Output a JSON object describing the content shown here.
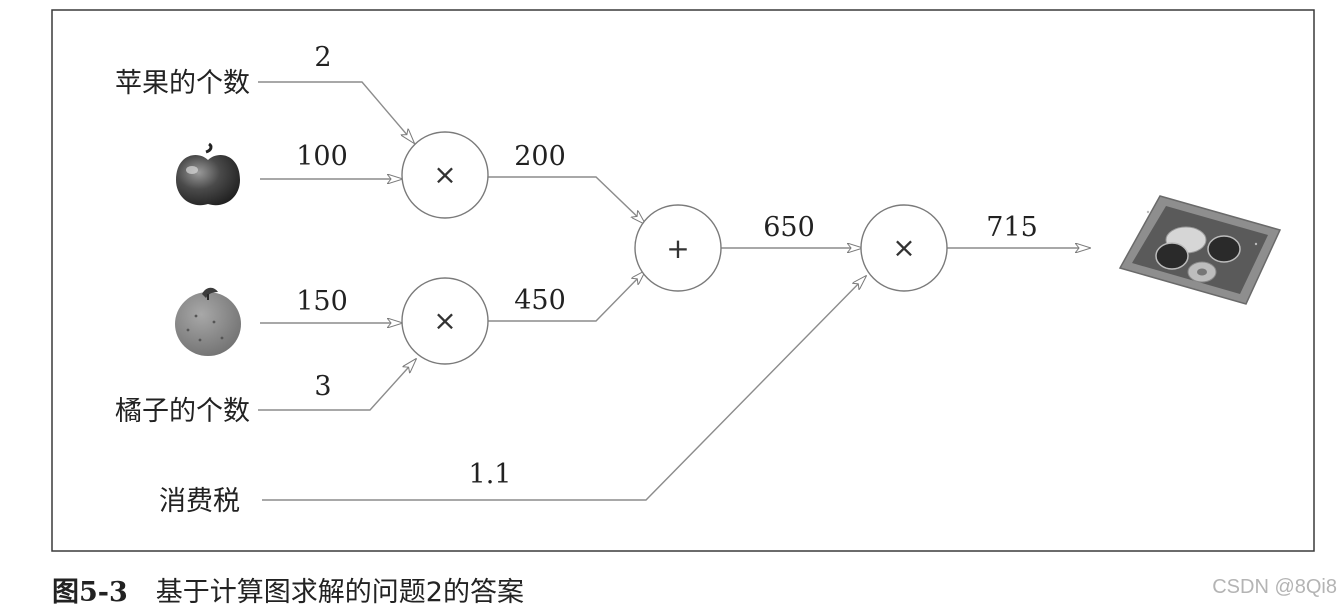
{
  "inputs": {
    "apple_count_label": "苹果的个数",
    "orange_count_label": "橘子的个数",
    "tax_label": "消费税"
  },
  "edges": {
    "apple_count_value": "2",
    "apple_price_value": "100",
    "apple_total_value": "200",
    "orange_price_value": "150",
    "orange_total_value": "450",
    "orange_count_value": "3",
    "sum_value": "650",
    "tax_value": "1.1",
    "final_value": "715"
  },
  "nodes": {
    "mul_apple": "×",
    "mul_orange": "×",
    "add": "+",
    "mul_tax": "×"
  },
  "icons": {
    "apple": "apple-icon",
    "orange": "orange-icon",
    "tray": "coin-tray-icon"
  },
  "caption": {
    "figure_number": "图5-3",
    "text": "基于计算图求解的问题2的答案"
  },
  "watermark": "CSDN @8Qi8"
}
